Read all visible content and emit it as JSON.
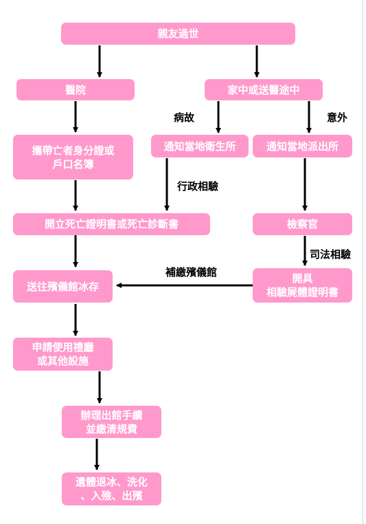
{
  "nodes": {
    "death": "親友過世",
    "hospital": "醫院",
    "home": "家中或送醫途中",
    "bring_id": [
      "攜帶亡者身分證或",
      "戶口名簿"
    ],
    "notify_health": "通知當地衛生所",
    "notify_police": "通知當地派出所",
    "certificate": "開立死亡證明書或死亡診斷書",
    "prosecutor": "檢察官",
    "funeral_home": "送往殯儀館冰存",
    "autopsy_cert": [
      "開具",
      "相驗屍體證明書"
    ],
    "apply_hall": [
      "申請使用禮廳",
      "或其他設施"
    ],
    "process": [
      "辦理出館手續",
      "並繳清規費"
    ],
    "final": [
      "遺體退冰、洗化",
      "、入殮、出殯"
    ]
  },
  "edge_labels": {
    "illness": "病故",
    "accident": "意外",
    "admin_autopsy": "行政相驗",
    "judicial_autopsy": "司法相驗",
    "submit_to_funeral": "補繳殯儀館"
  },
  "colors": {
    "box_fill": "#ff99cc",
    "box_text": "#ffffff",
    "arrow": "#000000"
  }
}
